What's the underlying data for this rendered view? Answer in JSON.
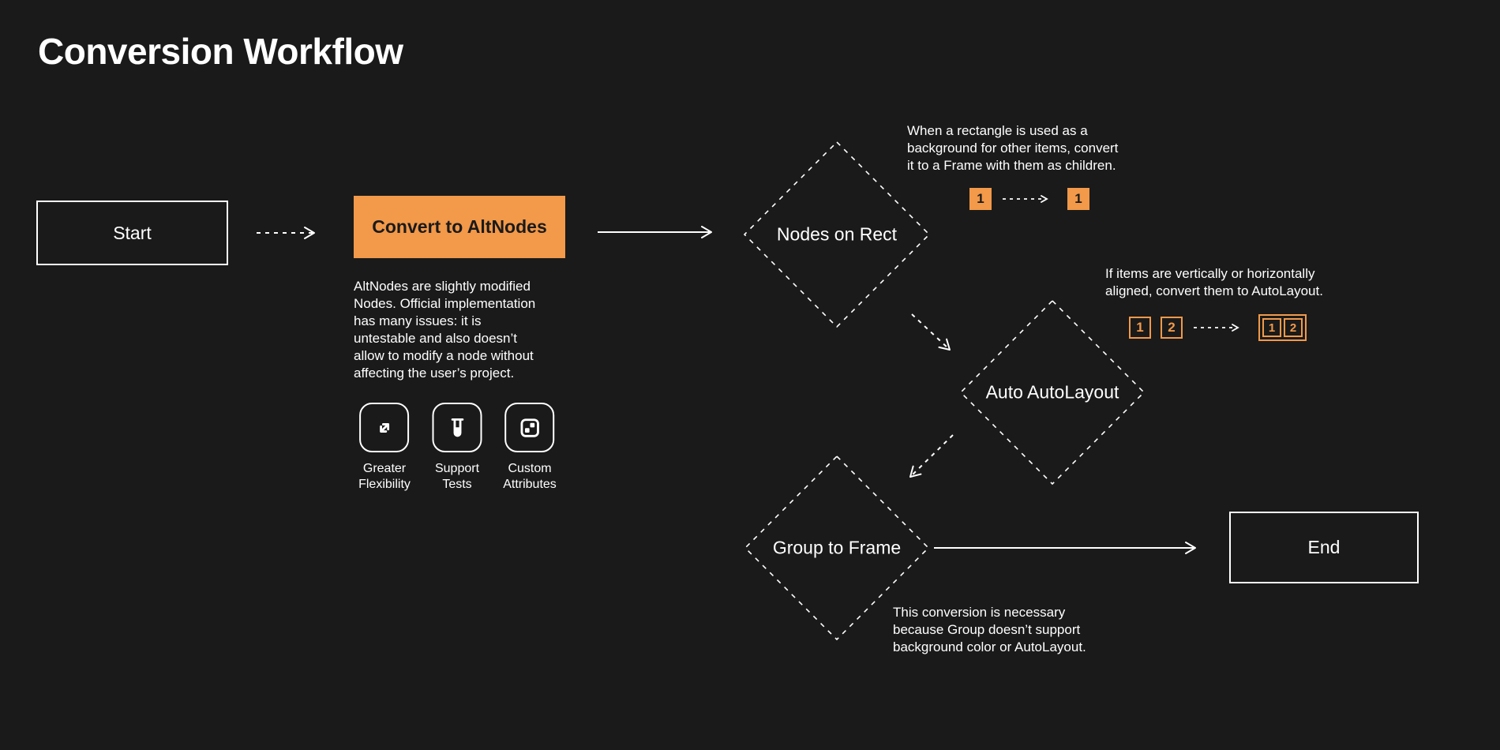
{
  "title": "Conversion Workflow",
  "colors": {
    "background": "#1A1A1A",
    "accent": "#F2994A",
    "accent_text": "#1A1A1A",
    "line": "#FFFFFF"
  },
  "flow": {
    "start": {
      "label": "Start"
    },
    "convert": {
      "label": "Convert to AltNodes",
      "description": "AltNodes are slightly modified\nNodes. Official implementation\nhas many issues: it is\nuntestable and also doesn’t\nallow to modify a node without\naffecting the user’s project."
    },
    "features": [
      {
        "icon": "expand-icon",
        "label": "Greater\nFlexibility"
      },
      {
        "icon": "test-tube-icon",
        "label": "Support\nTests"
      },
      {
        "icon": "attributes-icon",
        "label": "Custom\nAttributes"
      }
    ],
    "decisions": [
      {
        "id": "nodes-on-rect",
        "label": "Nodes on Rect"
      },
      {
        "id": "auto-autolayout",
        "label": "Auto AutoLayout"
      },
      {
        "id": "group-to-frame",
        "label": "Group to Frame"
      }
    ],
    "end": {
      "label": "End"
    }
  },
  "annotations": {
    "rect_to_frame": {
      "text": "When a rectangle is used as a\nbackground for other items, convert\nit to a Frame with them as children.",
      "before": [
        "1"
      ],
      "after": [
        "1"
      ]
    },
    "autolayout": {
      "text": "If items are vertically or horizontally\naligned, convert them to AutoLayout.",
      "before": [
        "1",
        "2"
      ],
      "after": [
        "1",
        "2"
      ]
    },
    "group_to_frame": {
      "text": "This conversion is necessary\nbecause Group doesn’t support\nbackground color or AutoLayout."
    }
  }
}
